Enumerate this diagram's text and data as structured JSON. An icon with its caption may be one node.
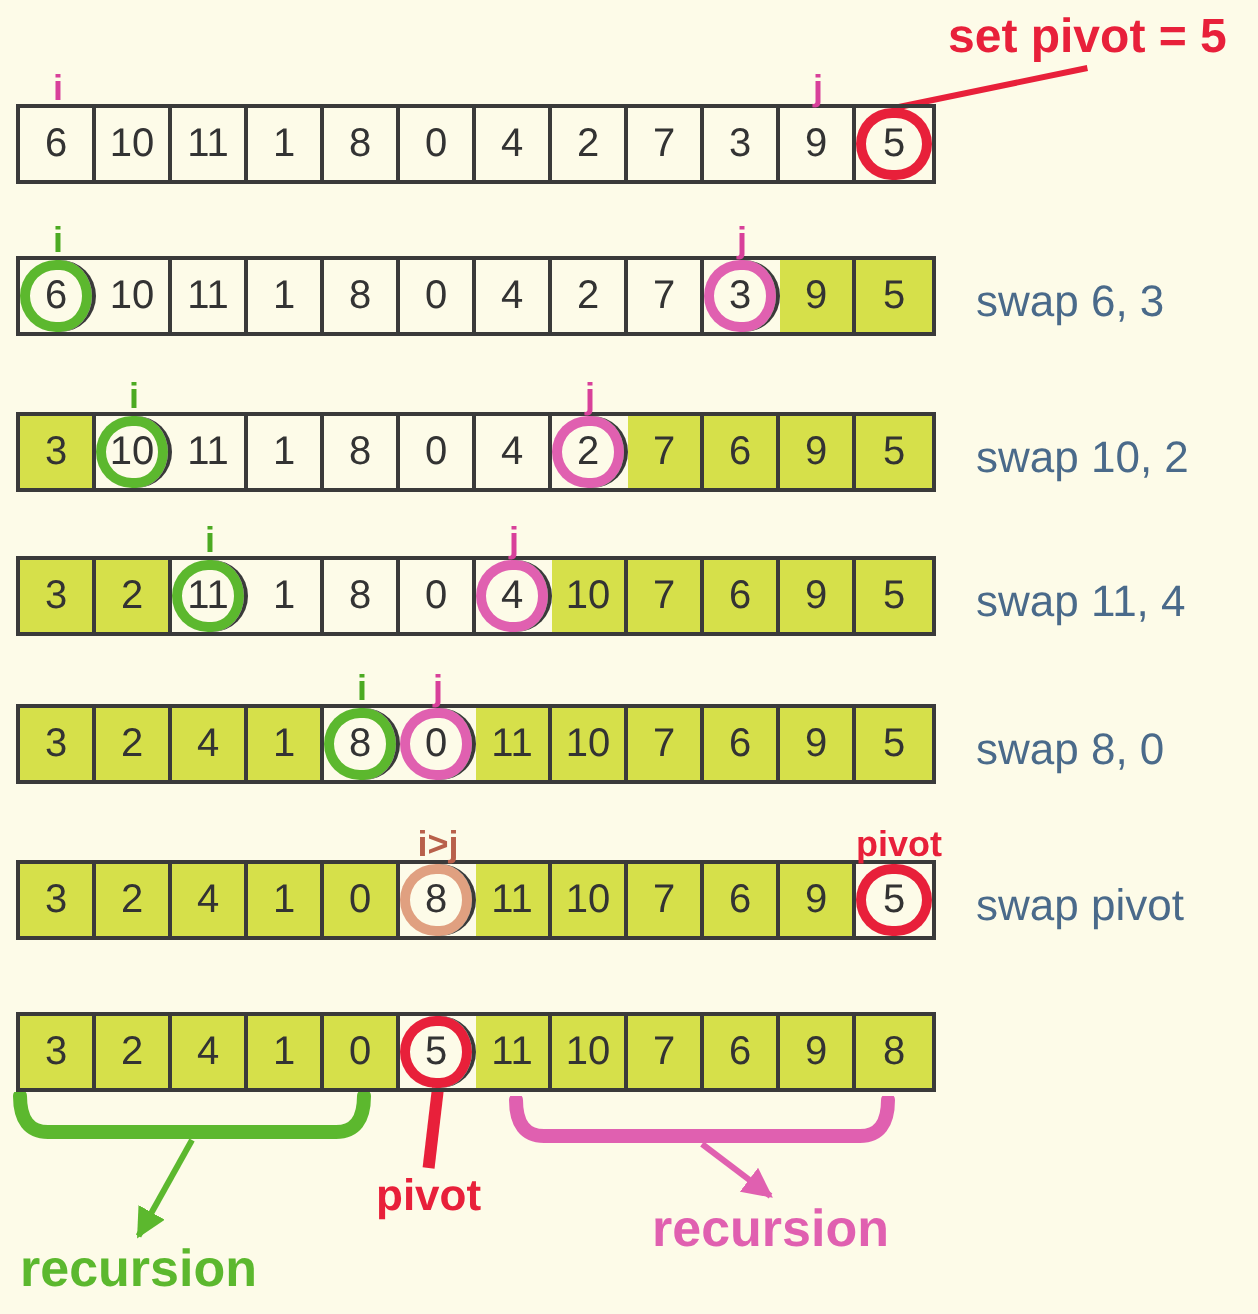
{
  "diagram": {
    "nodes": [
      {
        "text": [],
        "shape": "box"
      },
      {
        "text": [
          "6"
        ],
        "in": 0,
        "beside": [
          "i"
        ]
      },
      {
        "text": [
          "10"
        ],
        "in": 0
      },
      {
        "text": [
          "11"
        ],
        "in": 0
      },
      {
        "text": [
          "1"
        ],
        "in": 0
      },
      {
        "text": [
          "8"
        ],
        "in": 0
      },
      {
        "text": [
          "0"
        ],
        "in": 0
      },
      {
        "text": [
          "4"
        ],
        "in": 0
      },
      {
        "text": [
          "2"
        ],
        "in": 0
      },
      {
        "text": [
          "7"
        ],
        "in": 0
      },
      {
        "text": [
          "3"
        ],
        "in": 0
      },
      {
        "text": [
          "9"
        ],
        "in": 0,
        "beside": [
          "j"
        ]
      },
      {
        "text": [
          "5"
        ],
        "in": 0
      },
      {
        "text": [],
        "shape": "box",
        "beside": [
          "swap 6, 3"
        ]
      },
      {
        "text": [
          "6"
        ],
        "in": 13,
        "beside": [
          "i"
        ]
      },
      {
        "text": [
          "10"
        ],
        "in": 13
      },
      {
        "text": [
          "11"
        ],
        "in": 13
      },
      {
        "text": [
          "1"
        ],
        "in": 13
      },
      {
        "text": [
          "8"
        ],
        "in": 13
      },
      {
        "text": [
          "0"
        ],
        "in": 13
      },
      {
        "text": [
          "4"
        ],
        "in": 13
      },
      {
        "text": [
          "2"
        ],
        "in": 13
      },
      {
        "text": [
          "7"
        ],
        "in": 13
      },
      {
        "text": [
          "3"
        ],
        "in": 13,
        "beside": [
          "j"
        ]
      },
      {
        "text": [
          "9"
        ],
        "in": 13
      },
      {
        "text": [
          "5"
        ],
        "in": 13
      },
      {
        "text": [],
        "shape": "box",
        "beside": [
          "swap 10, 2"
        ]
      },
      {
        "text": [
          "3"
        ],
        "in": 26
      },
      {
        "text": [
          "10"
        ],
        "in": 26,
        "beside": [
          "i"
        ]
      },
      {
        "text": [
          "11"
        ],
        "in": 26
      },
      {
        "text": [
          "1"
        ],
        "in": 26
      },
      {
        "text": [
          "8"
        ],
        "in": 26
      },
      {
        "text": [
          "0"
        ],
        "in": 26
      },
      {
        "text": [
          "4"
        ],
        "in": 26
      },
      {
        "text": [
          "2"
        ],
        "in": 26,
        "beside": [
          "j"
        ]
      },
      {
        "text": [
          "7"
        ],
        "in": 26
      },
      {
        "text": [
          "6"
        ],
        "in": 26
      },
      {
        "text": [
          "9"
        ],
        "in": 26
      },
      {
        "text": [
          "5"
        ],
        "in": 26
      },
      {
        "text": [],
        "shape": "box",
        "beside": [
          "swap 11, 4"
        ]
      },
      {
        "text": [
          "3"
        ],
        "in": 39
      },
      {
        "text": [
          "2"
        ],
        "in": 39
      },
      {
        "text": [
          "11"
        ],
        "in": 39,
        "beside": [
          "i"
        ]
      },
      {
        "text": [
          "1"
        ],
        "in": 39
      },
      {
        "text": [
          "8"
        ],
        "in": 39
      },
      {
        "text": [
          "0"
        ],
        "in": 39
      },
      {
        "text": [
          "4"
        ],
        "in": 39,
        "beside": [
          "j"
        ]
      },
      {
        "text": [
          "10"
        ],
        "in": 39
      },
      {
        "text": [
          "7"
        ],
        "in": 39
      },
      {
        "text": [
          "6"
        ],
        "in": 39
      },
      {
        "text": [
          "9"
        ],
        "in": 39
      },
      {
        "text": [
          "5"
        ],
        "in": 39
      },
      {
        "text": [],
        "shape": "box",
        "beside": [
          "swap 8, 0"
        ]
      },
      {
        "text": [
          "3"
        ],
        "in": 52
      },
      {
        "text": [
          "2"
        ],
        "in": 52
      },
      {
        "text": [
          "4"
        ],
        "in": 52
      },
      {
        "text": [
          "1"
        ],
        "in": 52
      },
      {
        "text": [
          "8"
        ],
        "in": 52,
        "beside": [
          "i"
        ]
      },
      {
        "text": [
          "0"
        ],
        "in": 52,
        "beside": [
          "j"
        ]
      },
      {
        "text": [
          "11"
        ],
        "in": 52
      },
      {
        "text": [
          "10"
        ],
        "in": 52
      },
      {
        "text": [
          "7"
        ],
        "in": 52
      },
      {
        "text": [
          "6"
        ],
        "in": 52
      },
      {
        "text": [
          "9"
        ],
        "in": 52
      },
      {
        "text": [
          "5"
        ],
        "in": 52
      },
      {
        "text": [],
        "shape": "box",
        "beside": [
          "swap pivot"
        ]
      },
      {
        "text": [
          "3"
        ],
        "in": 65
      },
      {
        "text": [
          "2"
        ],
        "in": 65
      },
      {
        "text": [
          "4"
        ],
        "in": 65
      },
      {
        "text": [
          "1"
        ],
        "in": 65
      },
      {
        "text": [
          "0"
        ],
        "in": 65
      },
      {
        "text": [
          "8"
        ],
        "in": 65,
        "beside": [
          "i>j"
        ]
      },
      {
        "text": [
          "11"
        ],
        "in": 65
      },
      {
        "text": [
          "10"
        ],
        "in": 65
      },
      {
        "text": [
          "7"
        ],
        "in": 65
      },
      {
        "text": [
          "6"
        ],
        "in": 65
      },
      {
        "text": [
          "9"
        ],
        "in": 65
      },
      {
        "text": [
          "5"
        ],
        "in": 65,
        "beside": [
          "pivot"
        ]
      },
      {
        "text": [],
        "shape": "box"
      },
      {
        "text": [
          "3"
        ],
        "in": 78
      },
      {
        "text": [
          "2"
        ],
        "in": 78
      },
      {
        "text": [
          "4"
        ],
        "in": 78
      },
      {
        "text": [
          "1"
        ],
        "in": 78
      },
      {
        "text": [
          "0"
        ],
        "in": 78
      },
      {
        "text": [
          "5"
        ],
        "in": 78
      },
      {
        "text": [
          "11"
        ],
        "in": 78
      },
      {
        "text": [
          "10"
        ],
        "in": 78
      },
      {
        "text": [
          "7"
        ],
        "in": 78
      },
      {
        "text": [
          "6"
        ],
        "in": 78
      },
      {
        "text": [
          "9"
        ],
        "in": 78
      },
      {
        "text": [
          "8"
        ],
        "in": 78
      },
      {
        "text": [
          "set pivot = 5"
        ]
      },
      {
        "text": [
          "pivot"
        ]
      },
      {
        "text": [
          "recursion"
        ]
      },
      {
        "text": [
          "recursion"
        ]
      },
      {
        "text": [],
        "shape": "bracket"
      },
      {
        "text": [],
        "shape": "bracket"
      }
    ],
    "edges": [
      {
        "from": 91,
        "to": 12,
        "arrow": "none",
        "color": "#e8203a"
      },
      {
        "from": 92,
        "to": 84,
        "arrow": "none",
        "style": "thick",
        "color": "#e8203a"
      },
      {
        "from": 95,
        "to": 93,
        "arrow": "to",
        "color": "#5cb82e"
      },
      {
        "from": 96,
        "to": 94,
        "arrow": "to",
        "color": "#e060b0"
      }
    ]
  }
}
